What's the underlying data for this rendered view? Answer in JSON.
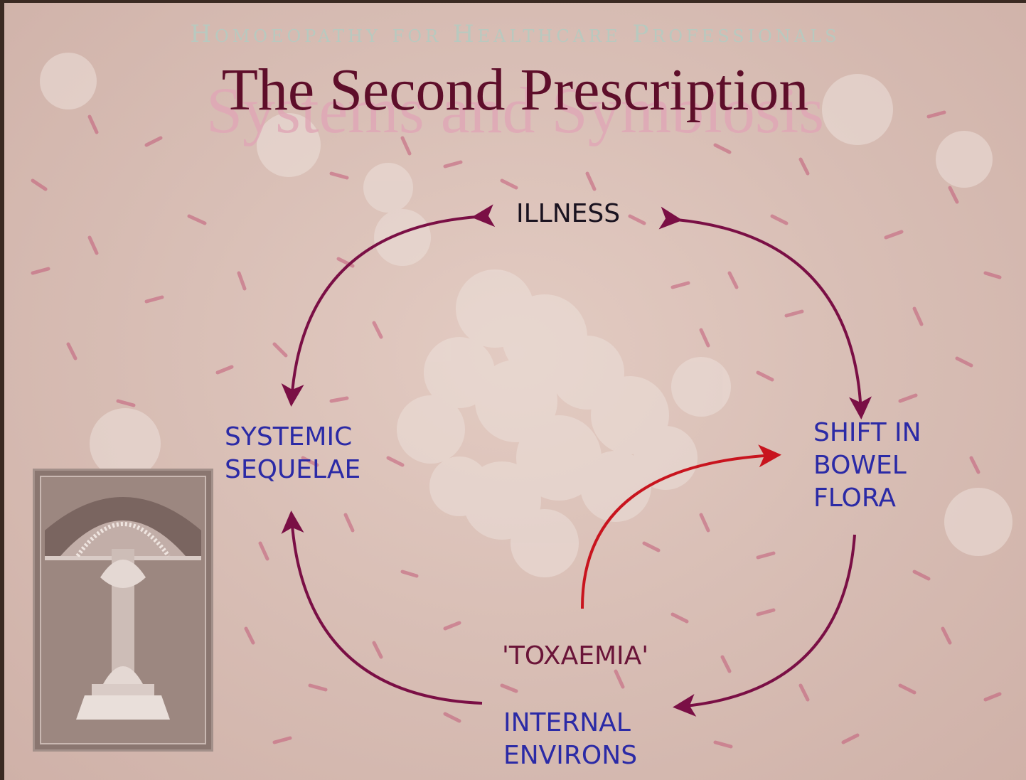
{
  "slide": {
    "header": "Homoeopathy for Healthcare Professionals",
    "ghost_title": "Systems and Symbiosis",
    "title": "The Second Prescription"
  },
  "diagram": {
    "nodes": {
      "illness": "ILLNESS",
      "shift": "SHIFT IN\nBOWEL\nFLORA",
      "toxaemia": "'TOXAEMIA'",
      "internal": "INTERNAL\nENVIRONS",
      "systemic": "SYSTEMIC\nSEQUELAE"
    },
    "colors": {
      "cycle_arrow": "#7a0f45",
      "feedback_arrow": "#c8141e",
      "title": "#5e0e2a",
      "blue_text": "#2b2aa6",
      "maroon_text": "#6a1438"
    }
  },
  "logo": {
    "icon": "tree-of-life-logo-icon"
  }
}
